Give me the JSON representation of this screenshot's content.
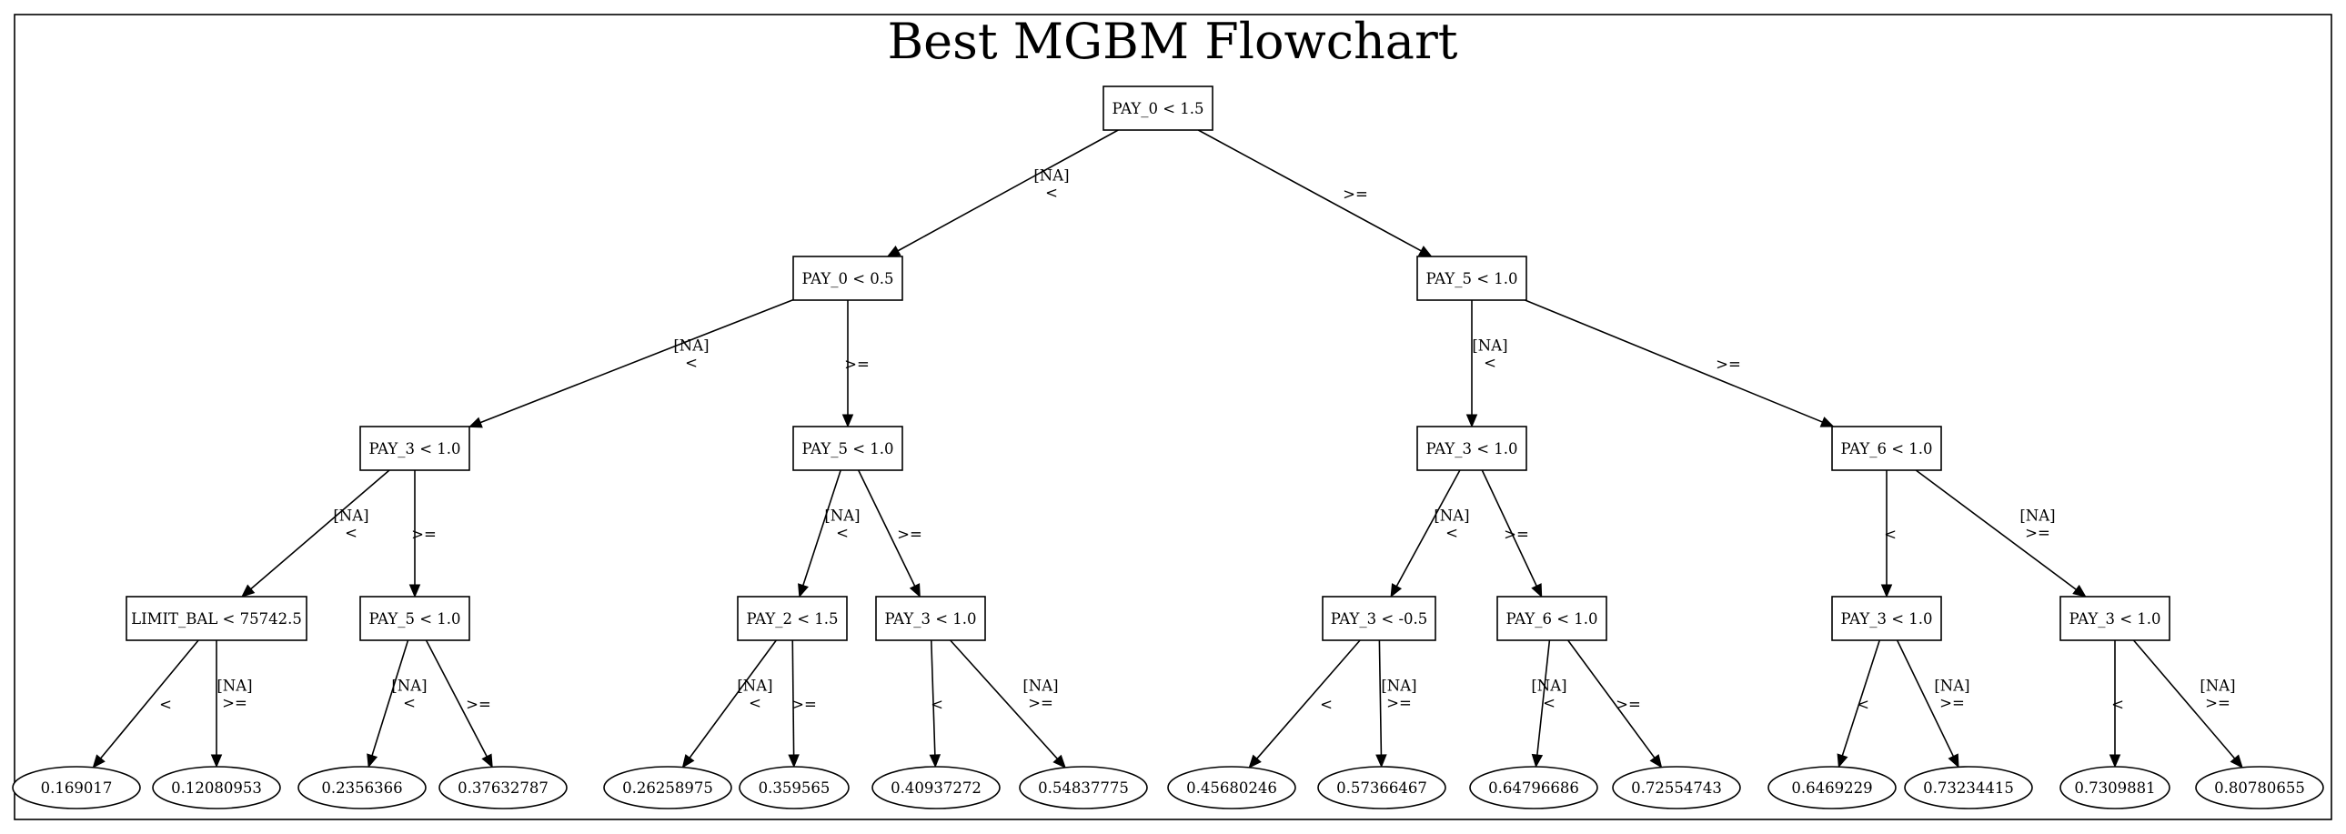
{
  "title": "Best MGBM Flowchart",
  "nodes": [
    {
      "id": "n0",
      "shape": "box",
      "label": "PAY_0 < 1.5"
    },
    {
      "id": "n1",
      "shape": "box",
      "label": "PAY_0 < 0.5"
    },
    {
      "id": "n2",
      "shape": "box",
      "label": "PAY_5 < 1.0"
    },
    {
      "id": "n3",
      "shape": "box",
      "label": "PAY_3 < 1.0"
    },
    {
      "id": "n4",
      "shape": "box",
      "label": "PAY_5 < 1.0"
    },
    {
      "id": "n5",
      "shape": "box",
      "label": "PAY_3 < 1.0"
    },
    {
      "id": "n6",
      "shape": "box",
      "label": "PAY_6 < 1.0"
    },
    {
      "id": "n7",
      "shape": "box",
      "label": "LIMIT_BAL < 75742.5"
    },
    {
      "id": "n8",
      "shape": "box",
      "label": "PAY_5 < 1.0"
    },
    {
      "id": "n9",
      "shape": "box",
      "label": "PAY_2 < 1.5"
    },
    {
      "id": "n10",
      "shape": "box",
      "label": "PAY_3 < 1.0"
    },
    {
      "id": "n11",
      "shape": "box",
      "label": "PAY_3 < -0.5"
    },
    {
      "id": "n12",
      "shape": "box",
      "label": "PAY_6 < 1.0"
    },
    {
      "id": "n13",
      "shape": "box",
      "label": "PAY_3 < 1.0"
    },
    {
      "id": "n14",
      "shape": "box",
      "label": "PAY_3 < 1.0"
    },
    {
      "id": "l1",
      "shape": "ellipse",
      "label": "0.169017"
    },
    {
      "id": "l2",
      "shape": "ellipse",
      "label": "0.12080953"
    },
    {
      "id": "l3",
      "shape": "ellipse",
      "label": "0.2356366"
    },
    {
      "id": "l4",
      "shape": "ellipse",
      "label": "0.37632787"
    },
    {
      "id": "l5",
      "shape": "ellipse",
      "label": "0.26258975"
    },
    {
      "id": "l6",
      "shape": "ellipse",
      "label": "0.359565"
    },
    {
      "id": "l7",
      "shape": "ellipse",
      "label": "0.40937272"
    },
    {
      "id": "l8",
      "shape": "ellipse",
      "label": "0.54837775"
    },
    {
      "id": "l9",
      "shape": "ellipse",
      "label": "0.45680246"
    },
    {
      "id": "l10",
      "shape": "ellipse",
      "label": "0.57366467"
    },
    {
      "id": "l11",
      "shape": "ellipse",
      "label": "0.64796686"
    },
    {
      "id": "l12",
      "shape": "ellipse",
      "label": "0.72554743"
    },
    {
      "id": "l13",
      "shape": "ellipse",
      "label": "0.6469229"
    },
    {
      "id": "l14",
      "shape": "ellipse",
      "label": "0.73234415"
    },
    {
      "id": "l15",
      "shape": "ellipse",
      "label": "0.7309881"
    },
    {
      "id": "l16",
      "shape": "ellipse",
      "label": "0.80780655"
    }
  ],
  "edges": [
    {
      "from": "n0",
      "to": "n1",
      "label": [
        "[NA]",
        "<"
      ]
    },
    {
      "from": "n0",
      "to": "n2",
      "label": [
        ">="
      ]
    },
    {
      "from": "n1",
      "to": "n3",
      "label": [
        "[NA]",
        "<"
      ]
    },
    {
      "from": "n1",
      "to": "n4",
      "label": [
        ">="
      ]
    },
    {
      "from": "n2",
      "to": "n5",
      "label": [
        "[NA]",
        "<"
      ]
    },
    {
      "from": "n2",
      "to": "n6",
      "label": [
        ">="
      ]
    },
    {
      "from": "n3",
      "to": "n7",
      "label": [
        "[NA]",
        "<"
      ]
    },
    {
      "from": "n3",
      "to": "n8",
      "label": [
        ">="
      ]
    },
    {
      "from": "n4",
      "to": "n9",
      "label": [
        "[NA]",
        "<"
      ]
    },
    {
      "from": "n4",
      "to": "n10",
      "label": [
        ">="
      ]
    },
    {
      "from": "n5",
      "to": "n11",
      "label": [
        "[NA]",
        "<"
      ]
    },
    {
      "from": "n5",
      "to": "n12",
      "label": [
        ">="
      ]
    },
    {
      "from": "n6",
      "to": "n13",
      "label": [
        "<"
      ]
    },
    {
      "from": "n6",
      "to": "n14",
      "label": [
        "[NA]",
        ">="
      ]
    },
    {
      "from": "n7",
      "to": "l1",
      "label": [
        "<"
      ]
    },
    {
      "from": "n7",
      "to": "l2",
      "label": [
        "[NA]",
        ">="
      ]
    },
    {
      "from": "n8",
      "to": "l3",
      "label": [
        "[NA]",
        "<"
      ]
    },
    {
      "from": "n8",
      "to": "l4",
      "label": [
        ">="
      ]
    },
    {
      "from": "n9",
      "to": "l5",
      "label": [
        "[NA]",
        "<"
      ]
    },
    {
      "from": "n9",
      "to": "l6",
      "label": [
        ">="
      ]
    },
    {
      "from": "n10",
      "to": "l7",
      "label": [
        "<"
      ]
    },
    {
      "from": "n10",
      "to": "l8",
      "label": [
        "[NA]",
        ">="
      ]
    },
    {
      "from": "n11",
      "to": "l9",
      "label": [
        "<"
      ]
    },
    {
      "from": "n11",
      "to": "l10",
      "label": [
        "[NA]",
        ">="
      ]
    },
    {
      "from": "n12",
      "to": "l11",
      "label": [
        "[NA]",
        "<"
      ]
    },
    {
      "from": "n12",
      "to": "l12",
      "label": [
        ">="
      ]
    },
    {
      "from": "n13",
      "to": "l13",
      "label": [
        "<"
      ]
    },
    {
      "from": "n13",
      "to": "l14",
      "label": [
        "[NA]",
        ">="
      ]
    },
    {
      "from": "n14",
      "to": "l15",
      "label": [
        "<"
      ]
    },
    {
      "from": "n14",
      "to": "l16",
      "label": [
        "[NA]",
        ">="
      ]
    }
  ]
}
